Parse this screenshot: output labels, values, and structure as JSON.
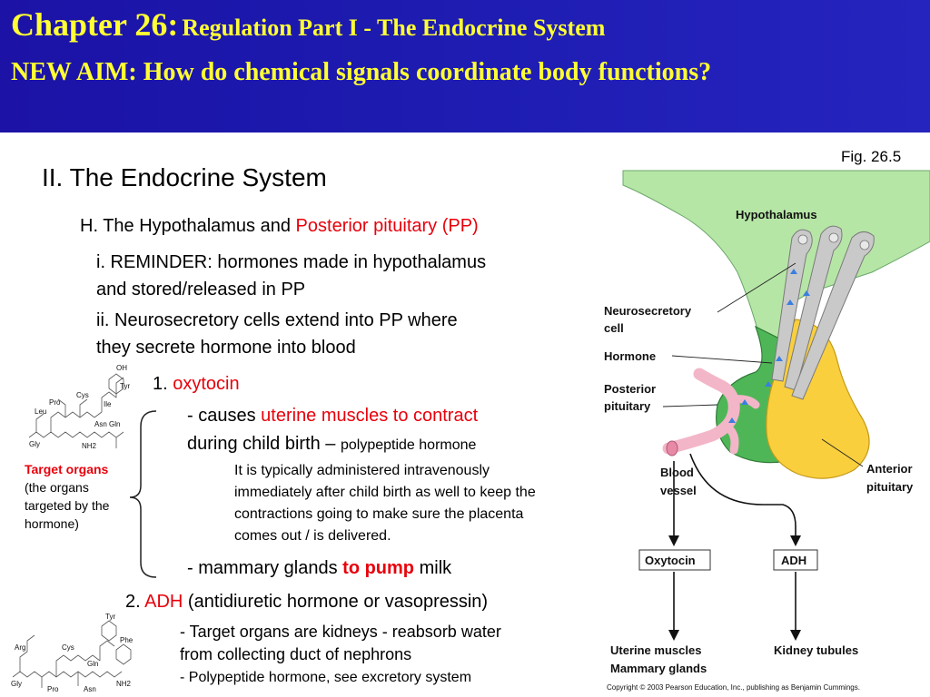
{
  "header": {
    "chapter": "Chapter 26:",
    "subtitle": "Regulation Part I - The Endocrine System",
    "aim": "NEW AIM: How do chemical signals coordinate body functions?"
  },
  "section_title": "II. The Endocrine System",
  "subsection": {
    "prefix": "H. The Hypothalamus and ",
    "highlight": "Posterior pituitary (PP)"
  },
  "point_i": {
    "line1": "i. REMINDER: hormones made in hypothalamus",
    "line2": "and stored/released in PP"
  },
  "point_ii": {
    "line1": "ii. Neurosecretory cells extend into PP where",
    "line2": "they secrete hormone into blood"
  },
  "oxytocin": {
    "num": "1. ",
    "name": "oxytocin",
    "cause_prefix": "- causes ",
    "cause_highlight": "uterine muscles to contract",
    "cause_line2": "during child birth – ",
    "cause_small": "polypeptide hormone",
    "note": [
      "It is typically administered intravenously",
      "immediately after child birth as well to keep the",
      "contractions going to make sure the placenta",
      "comes out / is delivered."
    ],
    "mammary_prefix": "- mammary glands ",
    "mammary_highlight": "to pump",
    "mammary_suffix": " milk"
  },
  "target_note": {
    "title": "Target organs",
    "lines": [
      "(the organs",
      "targeted by the",
      "hormone)"
    ]
  },
  "adh": {
    "num": "2. ",
    "name": "ADH",
    "desc": " (antidiuretic hormone or vasopressin)",
    "line1": "- Target organs are kidneys - reabsorb water",
    "line2": "from collecting duct of nephrons",
    "line3": "- Polypeptide hormone, see excretory system"
  },
  "figure": {
    "fig_label": "Fig. 26.5",
    "hypothalamus": "Hypothalamus",
    "neurosecretory": [
      "Neurosecretory",
      "cell"
    ],
    "hormone": "Hormone",
    "posterior": [
      "Posterior",
      "pituitary"
    ],
    "blood": [
      "Blood",
      "vessel"
    ],
    "anterior": [
      "Anterior",
      "pituitary"
    ],
    "box_oxytocin": "Oxytocin",
    "box_adh": "ADH",
    "target_left": [
      "Uterine muscles",
      "Mammary glands"
    ],
    "target_right": "Kidney tubules",
    "copyright": "Copyright © 2003 Pearson Education, Inc., publishing as Benjamin Cummings."
  },
  "molecule_labels": {
    "top": [
      "OH",
      "Tyr",
      "Leu",
      "Pro",
      "Cys",
      "Ile",
      "Gly",
      "Asn",
      "Gln",
      "NH2"
    ],
    "bottom": [
      "Cys",
      "Tyr",
      "Phe",
      "Arg",
      "Gly",
      "Pro",
      "Asn",
      "Gln",
      "NH2"
    ]
  },
  "colors": {
    "header_bg": "#1d1bb0",
    "header_text": "#ffff33",
    "highlight_red": "#e8000b",
    "hypothalamus_green": "#b6e6a6",
    "pituitary_green": "#4eb657",
    "anterior_yellow": "#f9cf3d",
    "vessel_pink": "#f3b6c8"
  }
}
